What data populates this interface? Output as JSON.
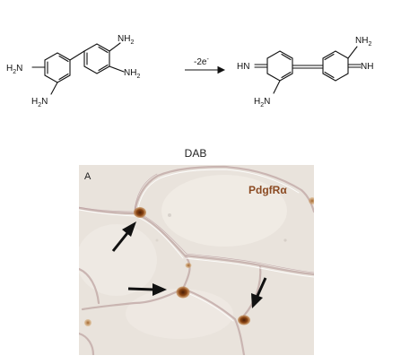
{
  "reaction": {
    "reactant": {
      "amine_labels": [
        "H2N",
        "H2N",
        "NH2",
        "NH2"
      ],
      "text_h2n_left": "H",
      "text_h2n_left_n": "N",
      "text_nh2_top": "NH",
      "text_nh2_right": "NH",
      "text_h2n_bottom": "H",
      "text_h2n_bottom_n": "N",
      "sub2": "2"
    },
    "arrow_label": "-2e",
    "arrow_label_sup": "-",
    "product": {
      "text_hn_left": "HN",
      "text_nh2_top": "NH",
      "text_nh_right": "NH",
      "text_h2n_bottom": "H",
      "text_h2n_bottom_n": "N",
      "sub2": "2"
    }
  },
  "micrograph": {
    "caption": "DAB",
    "panel_letter": "A",
    "stain_label": "PdgfRα",
    "colors": {
      "background": "#ece6df",
      "membrane": "#cfbdb8",
      "membrane_dark": "#b79a98",
      "cell_brown": "#8b4513",
      "cell_core": "#5a2a0c",
      "label_brown": "#8b4a22"
    },
    "arrows": [
      "arrow-upper-left",
      "arrow-middle",
      "arrow-lower-right"
    ],
    "stained_cells": [
      "cell-upper-left",
      "cell-middle",
      "cell-lower-right",
      "cell-top-center",
      "cell-right-edge",
      "cell-left-bottom"
    ]
  }
}
